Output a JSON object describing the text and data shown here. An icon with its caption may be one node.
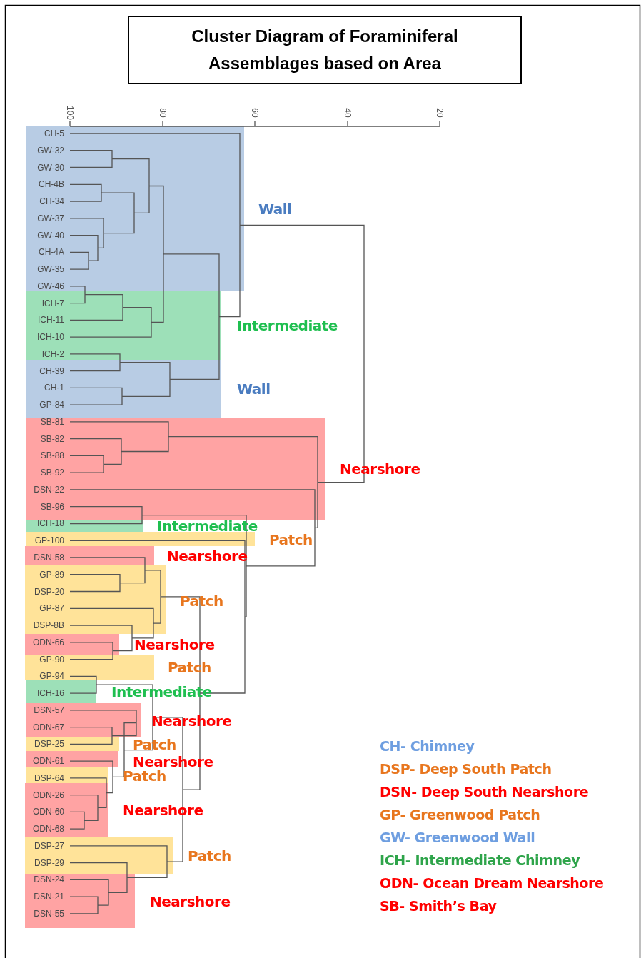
{
  "diagram": {
    "title": "Cluster Diagram of Foraminiferal Assemblages based on Area",
    "nodes": [
      {
        "text": [
          "CH-5",
          "GW-32",
          "GW-30",
          "CH-4B",
          "CH-34",
          "GW-37",
          "GW-40",
          "CH-4A",
          "GW-35",
          "GW-46"
        ]
      },
      {
        "text": [
          "ICH-7",
          "ICH-11",
          "ICH-10",
          "ICH-2"
        ]
      },
      {
        "text": [
          "CH-39",
          "CH-1",
          "GP-84"
        ]
      },
      {
        "text": [
          "SB-81",
          "SB-82",
          "SB-88",
          "SB-92",
          "DSN-22",
          "SB-96"
        ]
      },
      {
        "text": [
          "ICH-18"
        ]
      },
      {
        "text": [
          "GP-100"
        ]
      },
      {
        "text": [
          "DSN-58"
        ]
      },
      {
        "text": [
          "GP-89",
          "DSP-20",
          "GP-87",
          "DSP-8B"
        ]
      },
      {
        "text": [
          "ODN-66"
        ]
      },
      {
        "text": [
          "GP-90",
          "GP-94"
        ]
      },
      {
        "text": [
          "ICH-16"
        ]
      },
      {
        "text": [
          "DSN-57",
          "ODN-67"
        ]
      },
      {
        "text": [
          "DSP-25"
        ]
      },
      {
        "text": [
          "ODN-61"
        ]
      },
      {
        "text": [
          "DSP-64"
        ]
      },
      {
        "text": [
          "ODN-26",
          "ODN-60",
          "ODN-68"
        ]
      },
      {
        "text": [
          "DSP-27",
          "DSP-29"
        ]
      },
      {
        "text": [
          "DSN-24",
          "DSN-21",
          "DSN-55"
        ]
      }
    ],
    "labels": [
      "100",
      "80",
      "60",
      "40",
      "20",
      "Wall",
      "Intermediate",
      "Wall",
      "Nearshore",
      "Intermediate",
      "Patch",
      "Nearshore",
      "Patch",
      "Nearshore",
      "Patch",
      "Intermediate",
      "Nearshore",
      "Patch",
      "Nearshore",
      "Patch",
      "Nearshore",
      "Patch",
      "Nearshore"
    ],
    "legend": [
      {
        "text": "CH- Chimney",
        "color": "#6e9ee0"
      },
      {
        "text": "DSP- Deep South Patch",
        "color": "#e8761e"
      },
      {
        "text": "DSN- Deep South  Nearshore",
        "color": "#ff0000"
      },
      {
        "text": "GP- Greenwood Patch",
        "color": "#e8761e"
      },
      {
        "text": "GW- Greenwood Wall",
        "color": "#6e9ee0"
      },
      {
        "text": "ICH- Intermediate Chimney",
        "color": "#2ea44a"
      },
      {
        "text": "ODN- Ocean Dream Nearshore",
        "color": "#ff0000"
      },
      {
        "text": "SB- Smith’s Bay",
        "color": "#ff0000"
      }
    ]
  }
}
